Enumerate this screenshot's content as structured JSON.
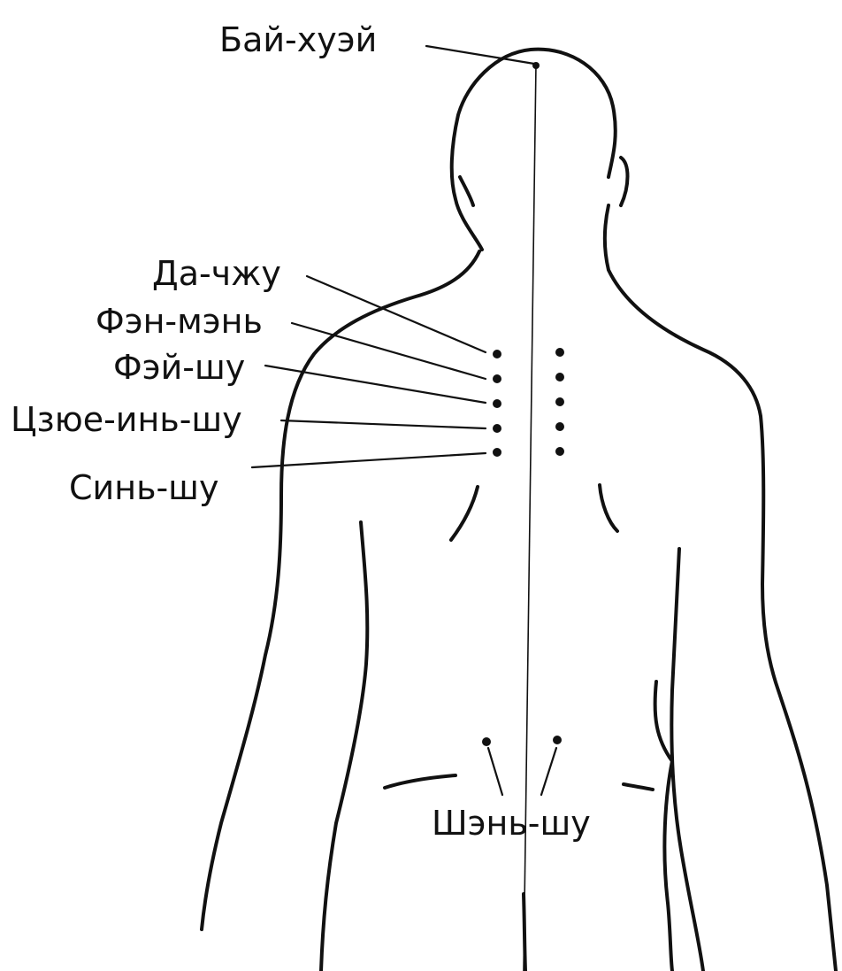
{
  "colors": {
    "ink": "#111111",
    "background": "#ffffff"
  },
  "labels": {
    "bai_hui": "Бай-хуэй",
    "da_zhu": "Да-чжу",
    "feng_men": "Фэн-мэнь",
    "fei_shu": "Фэй-шу",
    "jue_yin_shu": "Цзюе-инь-шу",
    "xin_shu": "Синь-шу",
    "shen_shu": "Шэнь-шу"
  }
}
